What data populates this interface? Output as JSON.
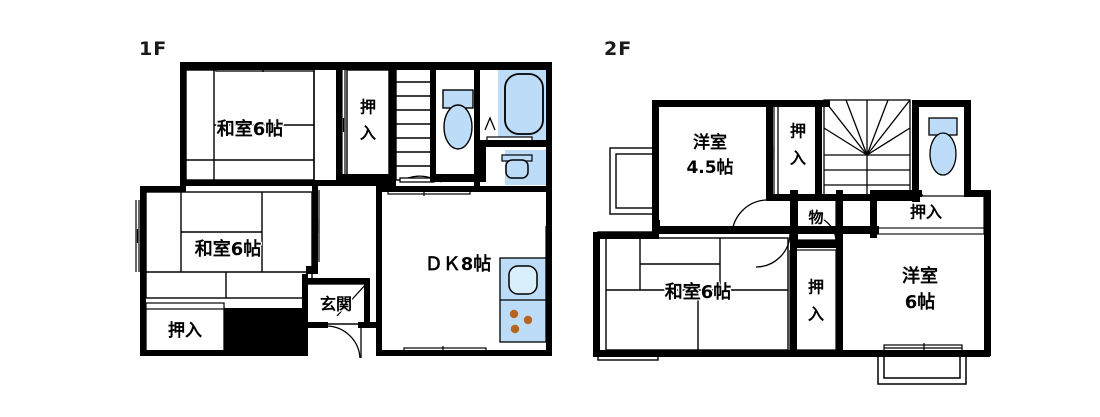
{
  "document": {
    "type": "residential-floor-plan",
    "background_color": "#ffffff",
    "wall_color": "#000000",
    "fixture_fill": "#bddcf7",
    "fixture_stroke": "#000000",
    "burner_color": "#b5651d"
  },
  "floors": [
    {
      "id": "floor-1",
      "label": "1F",
      "rooms": [
        {
          "id": "washitsu-6-north",
          "label": "和室6帖",
          "label_lines": [
            "和室6帖"
          ],
          "type": "japanese-room",
          "size_jo": 6
        },
        {
          "id": "oshiire-north",
          "label": "押入",
          "label_lines": [
            "押",
            "入"
          ],
          "type": "closet",
          "orientation": "vertical"
        },
        {
          "id": "washitsu-6-west",
          "label": "和室6帖",
          "label_lines": [
            "和室6帖"
          ],
          "type": "japanese-room",
          "size_jo": 6
        },
        {
          "id": "oshiire-southwest",
          "label": "押入",
          "label_lines": [
            "押入"
          ],
          "type": "closet",
          "orientation": "horizontal"
        },
        {
          "id": "genkan",
          "label": "玄関",
          "label_lines": [
            "玄関"
          ],
          "type": "entrance"
        },
        {
          "id": "dk-8",
          "label": "ＤＫ8帖",
          "label_lines": [
            "ＤＫ8帖"
          ],
          "type": "dining-kitchen",
          "size_jo": 8
        }
      ],
      "fixtures": [
        {
          "id": "toilet-1f",
          "type": "toilet-icon",
          "color": "#bddcf7"
        },
        {
          "id": "bathtub-1f",
          "type": "bathtub-icon",
          "color": "#bddcf7"
        },
        {
          "id": "washbasin-1f",
          "type": "washbasin-icon",
          "color": "#bddcf7"
        },
        {
          "id": "sink-1f",
          "type": "kitchen-sink-icon",
          "color": "#bddcf7"
        },
        {
          "id": "stove-1f",
          "type": "gas-burner-icon",
          "color": "#b5651d"
        },
        {
          "id": "stairs-1f",
          "type": "straight-stairs-icon"
        }
      ]
    },
    {
      "id": "floor-2",
      "label": "2F",
      "rooms": [
        {
          "id": "yoshitsu-45",
          "label": "洋室4.5帖",
          "label_lines": [
            "洋室",
            "4.5帖"
          ],
          "type": "western-room",
          "size_jo": 4.5
        },
        {
          "id": "oshiire-2f-north",
          "label": "押入",
          "label_lines": [
            "押",
            "入"
          ],
          "type": "closet",
          "orientation": "vertical"
        },
        {
          "id": "oshiire-2f-east",
          "label": "押入",
          "label_lines": [
            "押入"
          ],
          "type": "closet",
          "orientation": "horizontal"
        },
        {
          "id": "washitsu-6-2f",
          "label": "和室6帖",
          "label_lines": [
            "和室6帖"
          ],
          "type": "japanese-room",
          "size_jo": 6
        },
        {
          "id": "mono-storage",
          "label": "物",
          "label_lines": [
            "物"
          ],
          "type": "storage"
        },
        {
          "id": "oshiire-2f-center",
          "label": "押入",
          "label_lines": [
            "押",
            "入"
          ],
          "type": "closet",
          "orientation": "vertical"
        },
        {
          "id": "yoshitsu-6",
          "label": "洋室6帖",
          "label_lines": [
            "洋室",
            "6帖"
          ],
          "type": "western-room",
          "size_jo": 6
        }
      ],
      "fixtures": [
        {
          "id": "toilet-2f",
          "type": "toilet-icon",
          "color": "#bddcf7"
        },
        {
          "id": "stairs-2f",
          "type": "winder-stairs-icon"
        },
        {
          "id": "balcony-2f-south",
          "type": "balcony-outline"
        },
        {
          "id": "bay-window-2f-upper",
          "type": "bay-window-outline"
        },
        {
          "id": "bay-window-2f-lower",
          "type": "bay-window-outline"
        }
      ]
    }
  ]
}
